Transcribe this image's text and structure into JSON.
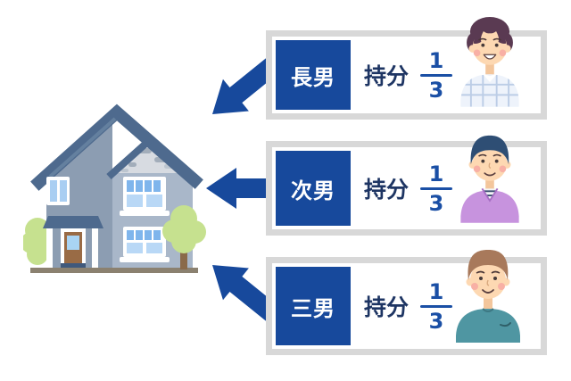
{
  "diagram": {
    "subject": "shared-house-ownership",
    "rows": [
      {
        "label": "長男",
        "share_label": "持分",
        "numerator": "1",
        "denominator": "3",
        "share": "1/3",
        "avatar": "eldest-son"
      },
      {
        "label": "次男",
        "share_label": "持分",
        "numerator": "1",
        "denominator": "3",
        "share": "1/3",
        "avatar": "second-son"
      },
      {
        "label": "三男",
        "share_label": "持分",
        "numerator": "1",
        "denominator": "3",
        "share": "1/3",
        "avatar": "third-son"
      }
    ],
    "icons": {
      "house": "house-illustration",
      "arrows": [
        "arrow-down-left",
        "arrow-left",
        "arrow-up-left"
      ]
    },
    "colors": {
      "primary_blue": "#17499c",
      "fraction_blue": "#1a4fa5",
      "text_navy": "#1e3563",
      "card_border": "#d8d8d8",
      "tree_green": "#c6e18f",
      "roof_slate": "#4e6a8e",
      "wall_gray": "#8c9db2"
    }
  }
}
